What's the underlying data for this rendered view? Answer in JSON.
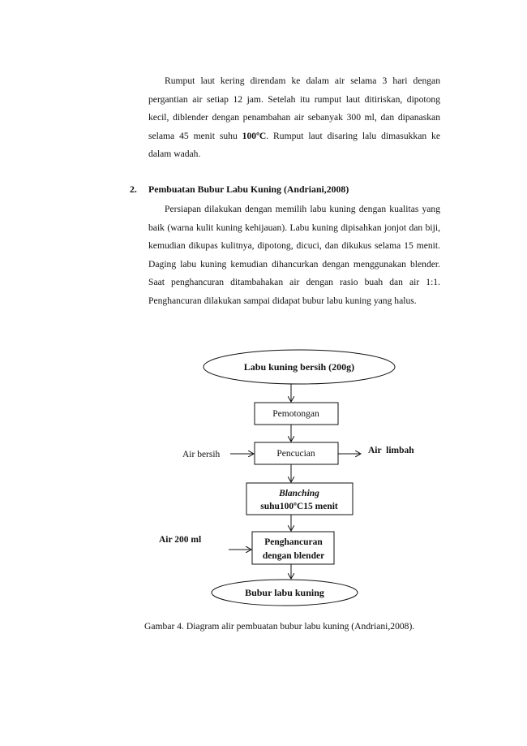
{
  "paragraph1": {
    "lead": "Rumput laut kering direndam ke dalam air selama 3 hari dengan pergantian air setiap 12 jam. Setelah itu rumput laut ditiriskan, dipotong kecil, diblender dengan penambahan air sebanyak 300 ml, dan dipanaskan selama 45 menit suhu ",
    "temp": "100ºC",
    "tail": ". Rumput laut disaring lalu dimasukkan ke dalam wadah."
  },
  "section": {
    "number": "2.",
    "title": "Pembuatan Bubur Labu Kuning (Andriani,2008)"
  },
  "paragraph2": "Persiapan dilakukan dengan memilih labu kuning dengan kualitas yang baik (warna kulit kuning kehijauan). Labu kuning dipisahkan jonjot dan biji, kemudian dikupas kulitnya, dipotong, dicuci, dan dikukus selama 15 menit. Daging labu kuning kemudian dihancurkan dengan menggunakan blender. Saat penghancuran ditambahakan air dengan rasio buah dan air 1:1. Penghancuran dilakukan sampai didapat bubur labu kuning yang halus.",
  "flowchart": {
    "start": "Labu kuning bersih (200g)",
    "step1": "Pemotongan",
    "step2": "Pencucian",
    "step2_input": "Air bersih",
    "step2_output": "Air  limbah",
    "step3_line1": "Blanching",
    "step3_line2": "suhu100ºC15 menit",
    "step4_input": "Air 200 ml",
    "step4_line1": "Penghancuran",
    "step4_line2": "dengan blender",
    "end": "Bubur labu kuning"
  },
  "caption": "Gambar 4. Diagram alir pembuatan bubur labu kuning (Andriani,2008)."
}
